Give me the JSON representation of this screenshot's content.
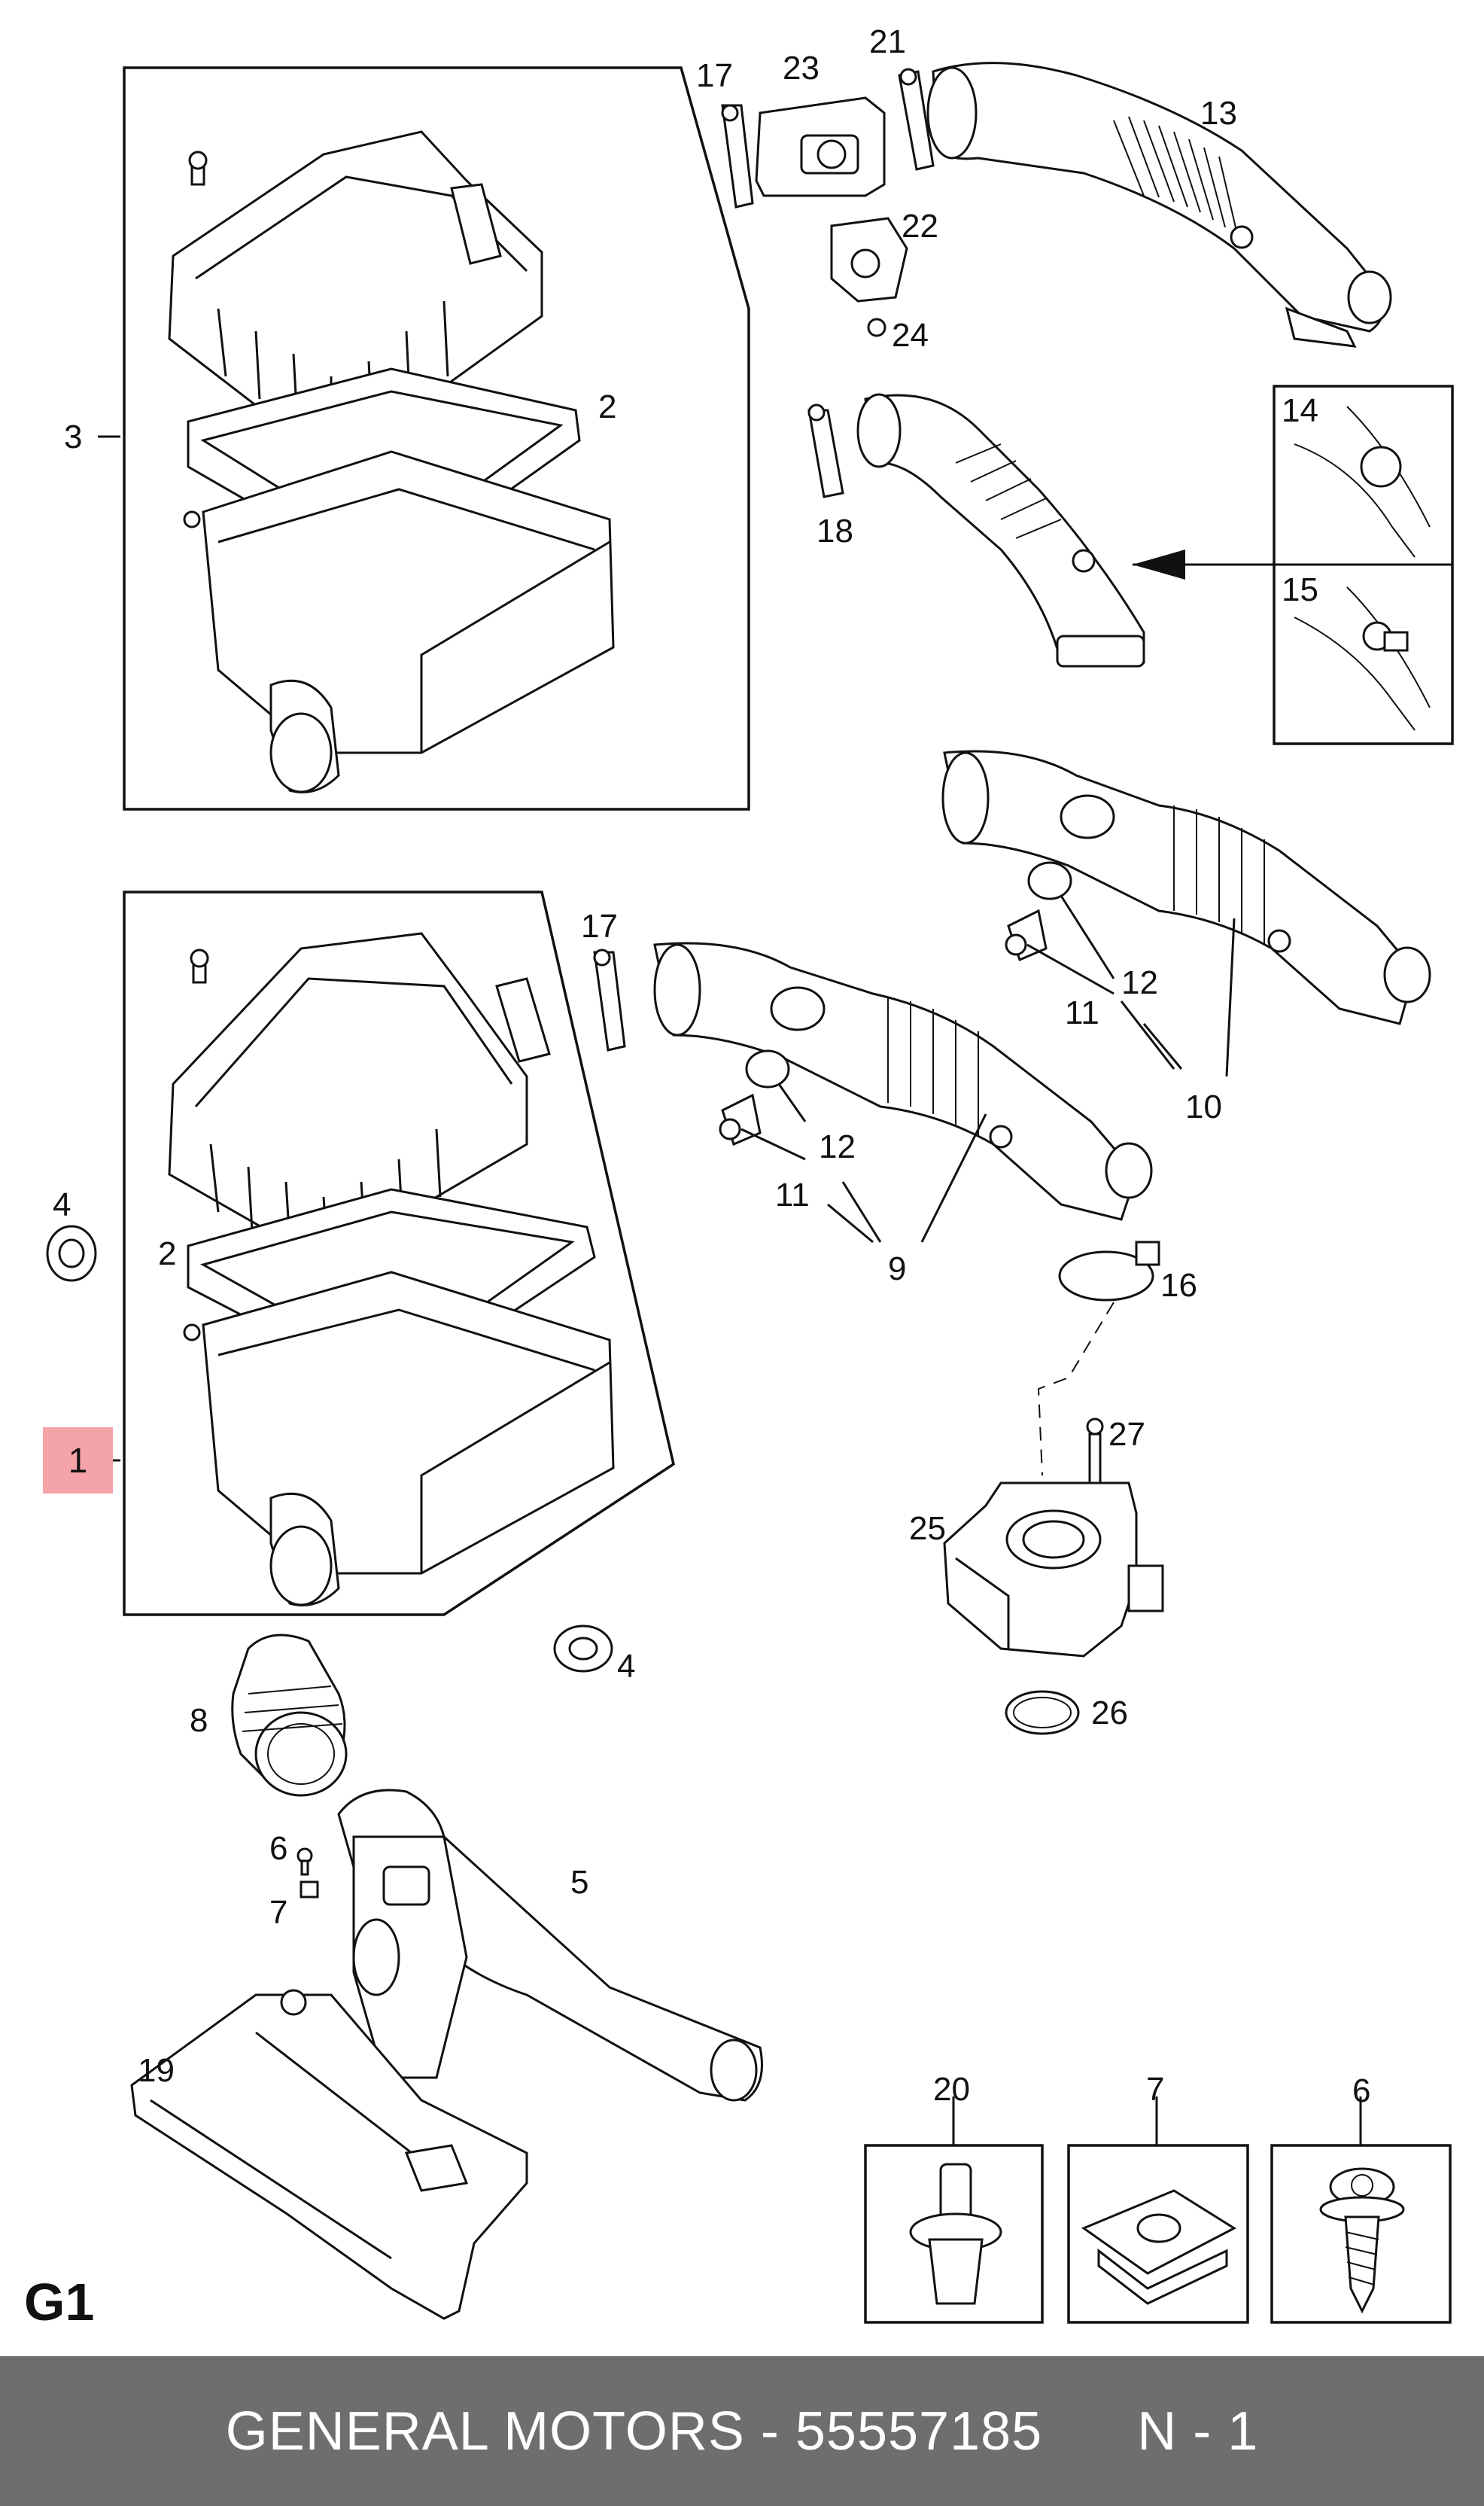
{
  "sheet_code": "G1",
  "footer": {
    "brand": "GENERAL MOTORS",
    "separator": "-",
    "part_number": "55557185",
    "sequence": "N - 1"
  },
  "highlighted_callout": "1",
  "callouts": {
    "c1": "1",
    "c2a": "2",
    "c2b": "2",
    "c3": "3",
    "c4a": "4",
    "c4b": "4",
    "c5": "5",
    "c6a": "6",
    "c6b": "6",
    "c7a": "7",
    "c7b": "7",
    "c8": "8",
    "c9": "9",
    "c10": "10",
    "c11a": "11",
    "c11b": "11",
    "c12a": "12",
    "c12b": "12",
    "c13": "13",
    "c14": "14",
    "c15": "15",
    "c16": "16",
    "c17a": "17",
    "c17b": "17",
    "c18": "18",
    "c19": "19",
    "c20": "20",
    "c21": "21",
    "c22": "22",
    "c23": "23",
    "c24": "24",
    "c25": "25",
    "c26": "26",
    "c27": "27"
  }
}
